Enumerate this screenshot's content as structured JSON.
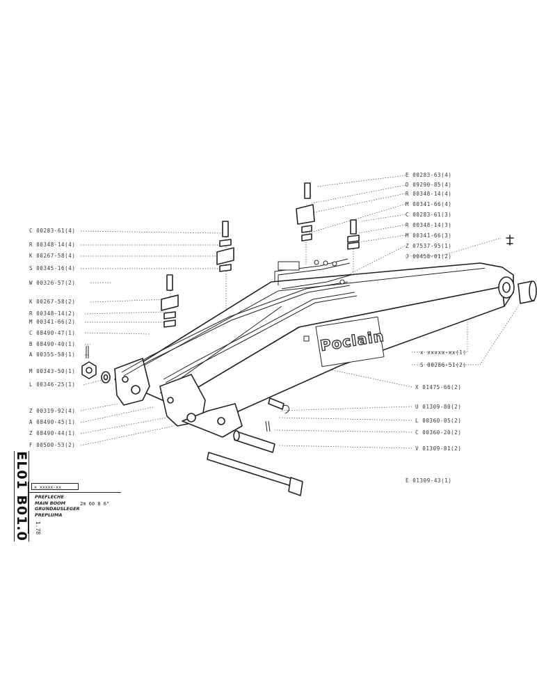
{
  "sheet": {
    "code": "EL01 B01.0",
    "year": "1.78"
  },
  "title_block": {
    "reference": "x xxxxx-xx",
    "names": [
      "PREFLECHE",
      "MAIN BOOM",
      "GRUNDAUSLEGER",
      "PREPLUMA"
    ],
    "spec": "2m 60   8 6\""
  },
  "brand_plate": "Poclain",
  "left_labels": [
    "C 00283-61(4)",
    "R 00348-14(4)",
    "K 00267-58(4)",
    "S 00345-16(4)",
    "W 00326-57(2)",
    "K 00267-58(2)",
    "R 00348-14(2)",
    "M 00341-66(2)",
    "C 08490-47(1)",
    "B 08490-40(1)",
    "A 00355-58(1)",
    "M 00343-50(1)",
    "L 00346-25(1)",
    "Z 00319-92(4)",
    "A 08490-45(1)",
    "Z 08490-44(1)",
    "F 00500-53(2)"
  ],
  "right_labels": [
    "E 00283-63(4)",
    "D 09290-85(4)",
    "R 00348-14(4)",
    "M 00341-66(4)",
    "C 00283-61(3)",
    "R 00348-14(3)",
    "M 00341-66(3)",
    "Z 07537-95(1)",
    "J 00458-01(2)",
    "x xxxxx-xx(1)",
    "S 00286-51(2)",
    "X 01475-66(2)",
    "U 01309-80(2)",
    "L 00360-05(2)",
    "C 00360-20(2)",
    "V 01309-81(2)",
    "E 01309-43(1)"
  ]
}
